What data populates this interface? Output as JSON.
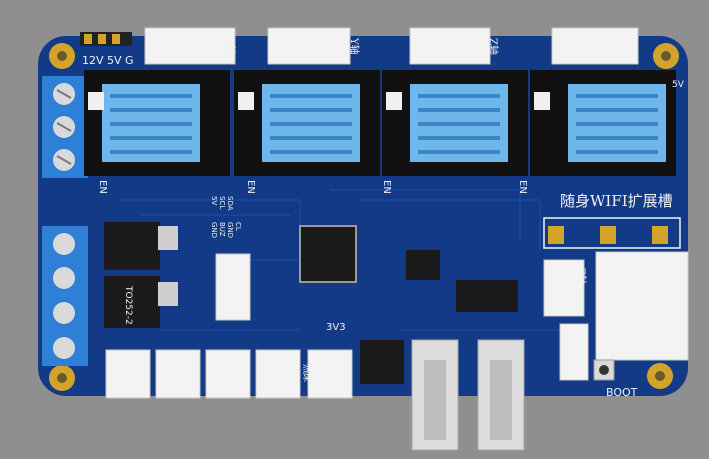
{
  "board": {
    "title_cn": "随身WIFI扩展槽",
    "power_select_label": "12V 5V G",
    "driver_labels": [
      "X轴",
      "Y轴",
      "Z轴"
    ],
    "enable_label": "EN",
    "boot_label": "BOOT",
    "voltage_label": "3V3",
    "five_volt_label": "5V",
    "regulator_label": "TO252-2",
    "side_label": "Z轴",
    "bottom_label": "热床",
    "pin_labels": [
      "5V",
      "SCL",
      "SDA",
      "GND",
      "BUZ",
      "GND",
      "CL"
    ]
  },
  "colors": {
    "background": "#8f8f8f",
    "pcb": "#123a86",
    "heatsink": "#6fb6ec",
    "terminal": "#2e7fd6",
    "silkscreen": "#f2f2f2",
    "gold": "#d4a32a"
  }
}
